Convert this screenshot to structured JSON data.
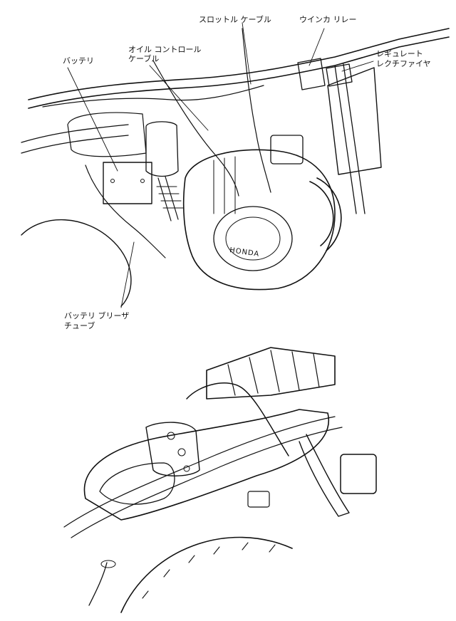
{
  "labels": {
    "throttle_cable": "スロットル ケーブル",
    "winker_relay": "ウインカ リレー",
    "regulator_line1": "レギュレート",
    "regulator_line2": "レクチファイヤ",
    "oil_control_line1": "オイル コントロール",
    "oil_control_line2": "ケーブル",
    "battery": "バッテリ",
    "breather_line1": "バッテリ ブリーザ",
    "breather_line2": "チューブ"
  },
  "logo_text": "HONDA",
  "colors": {
    "ink": "#111111",
    "paper": "#ffffff"
  }
}
